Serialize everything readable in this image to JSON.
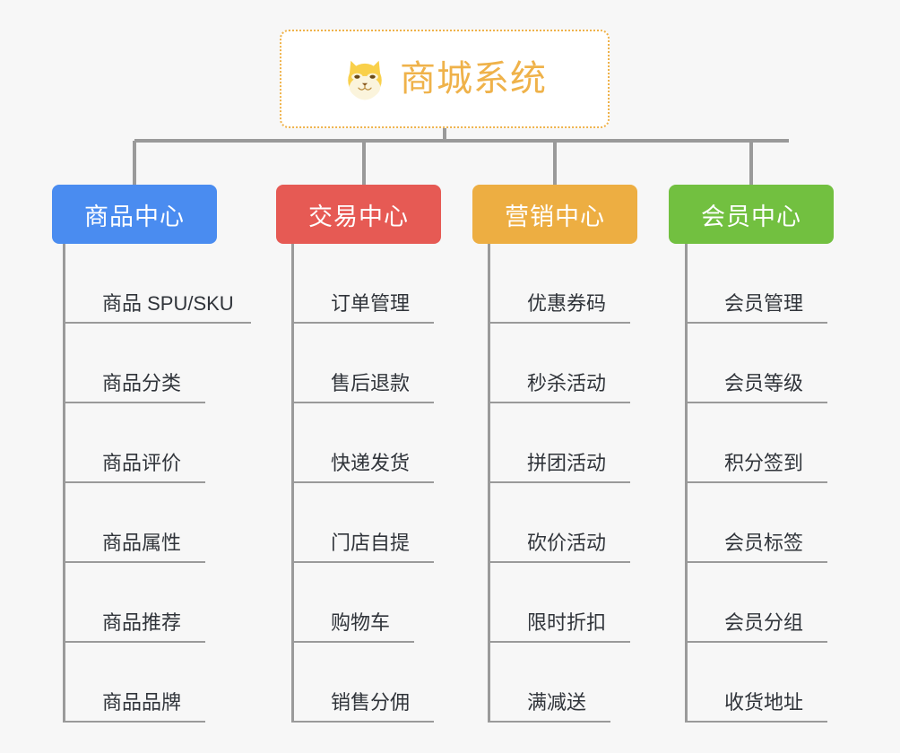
{
  "diagram": {
    "type": "mind-map",
    "background_color": "#f7f7f7",
    "root": {
      "title": "商城系统",
      "icon": "shiba-dog-face-icon",
      "border_color": "#efb24a",
      "text_color": "#efb24a",
      "background_color": "#ffffff"
    },
    "connector_color": "#9a9a9a",
    "branches": [
      {
        "label": "商品中心",
        "color": "#4a8cf0",
        "items": [
          "商品 SPU/SKU",
          "商品分类",
          "商品评价",
          "商品属性",
          "商品推荐",
          "商品品牌"
        ]
      },
      {
        "label": "交易中心",
        "color": "#e65a54",
        "items": [
          "订单管理",
          "售后退款",
          "快递发货",
          "门店自提",
          "购物车",
          "销售分佣"
        ]
      },
      {
        "label": "营销中心",
        "color": "#edae42",
        "items": [
          "优惠券码",
          "秒杀活动",
          "拼团活动",
          "砍价活动",
          "限时折扣",
          "满减送"
        ]
      },
      {
        "label": "会员中心",
        "color": "#72c040",
        "items": [
          "会员管理",
          "会员等级",
          "积分签到",
          "会员标签",
          "会员分组",
          "收货地址"
        ]
      }
    ]
  }
}
